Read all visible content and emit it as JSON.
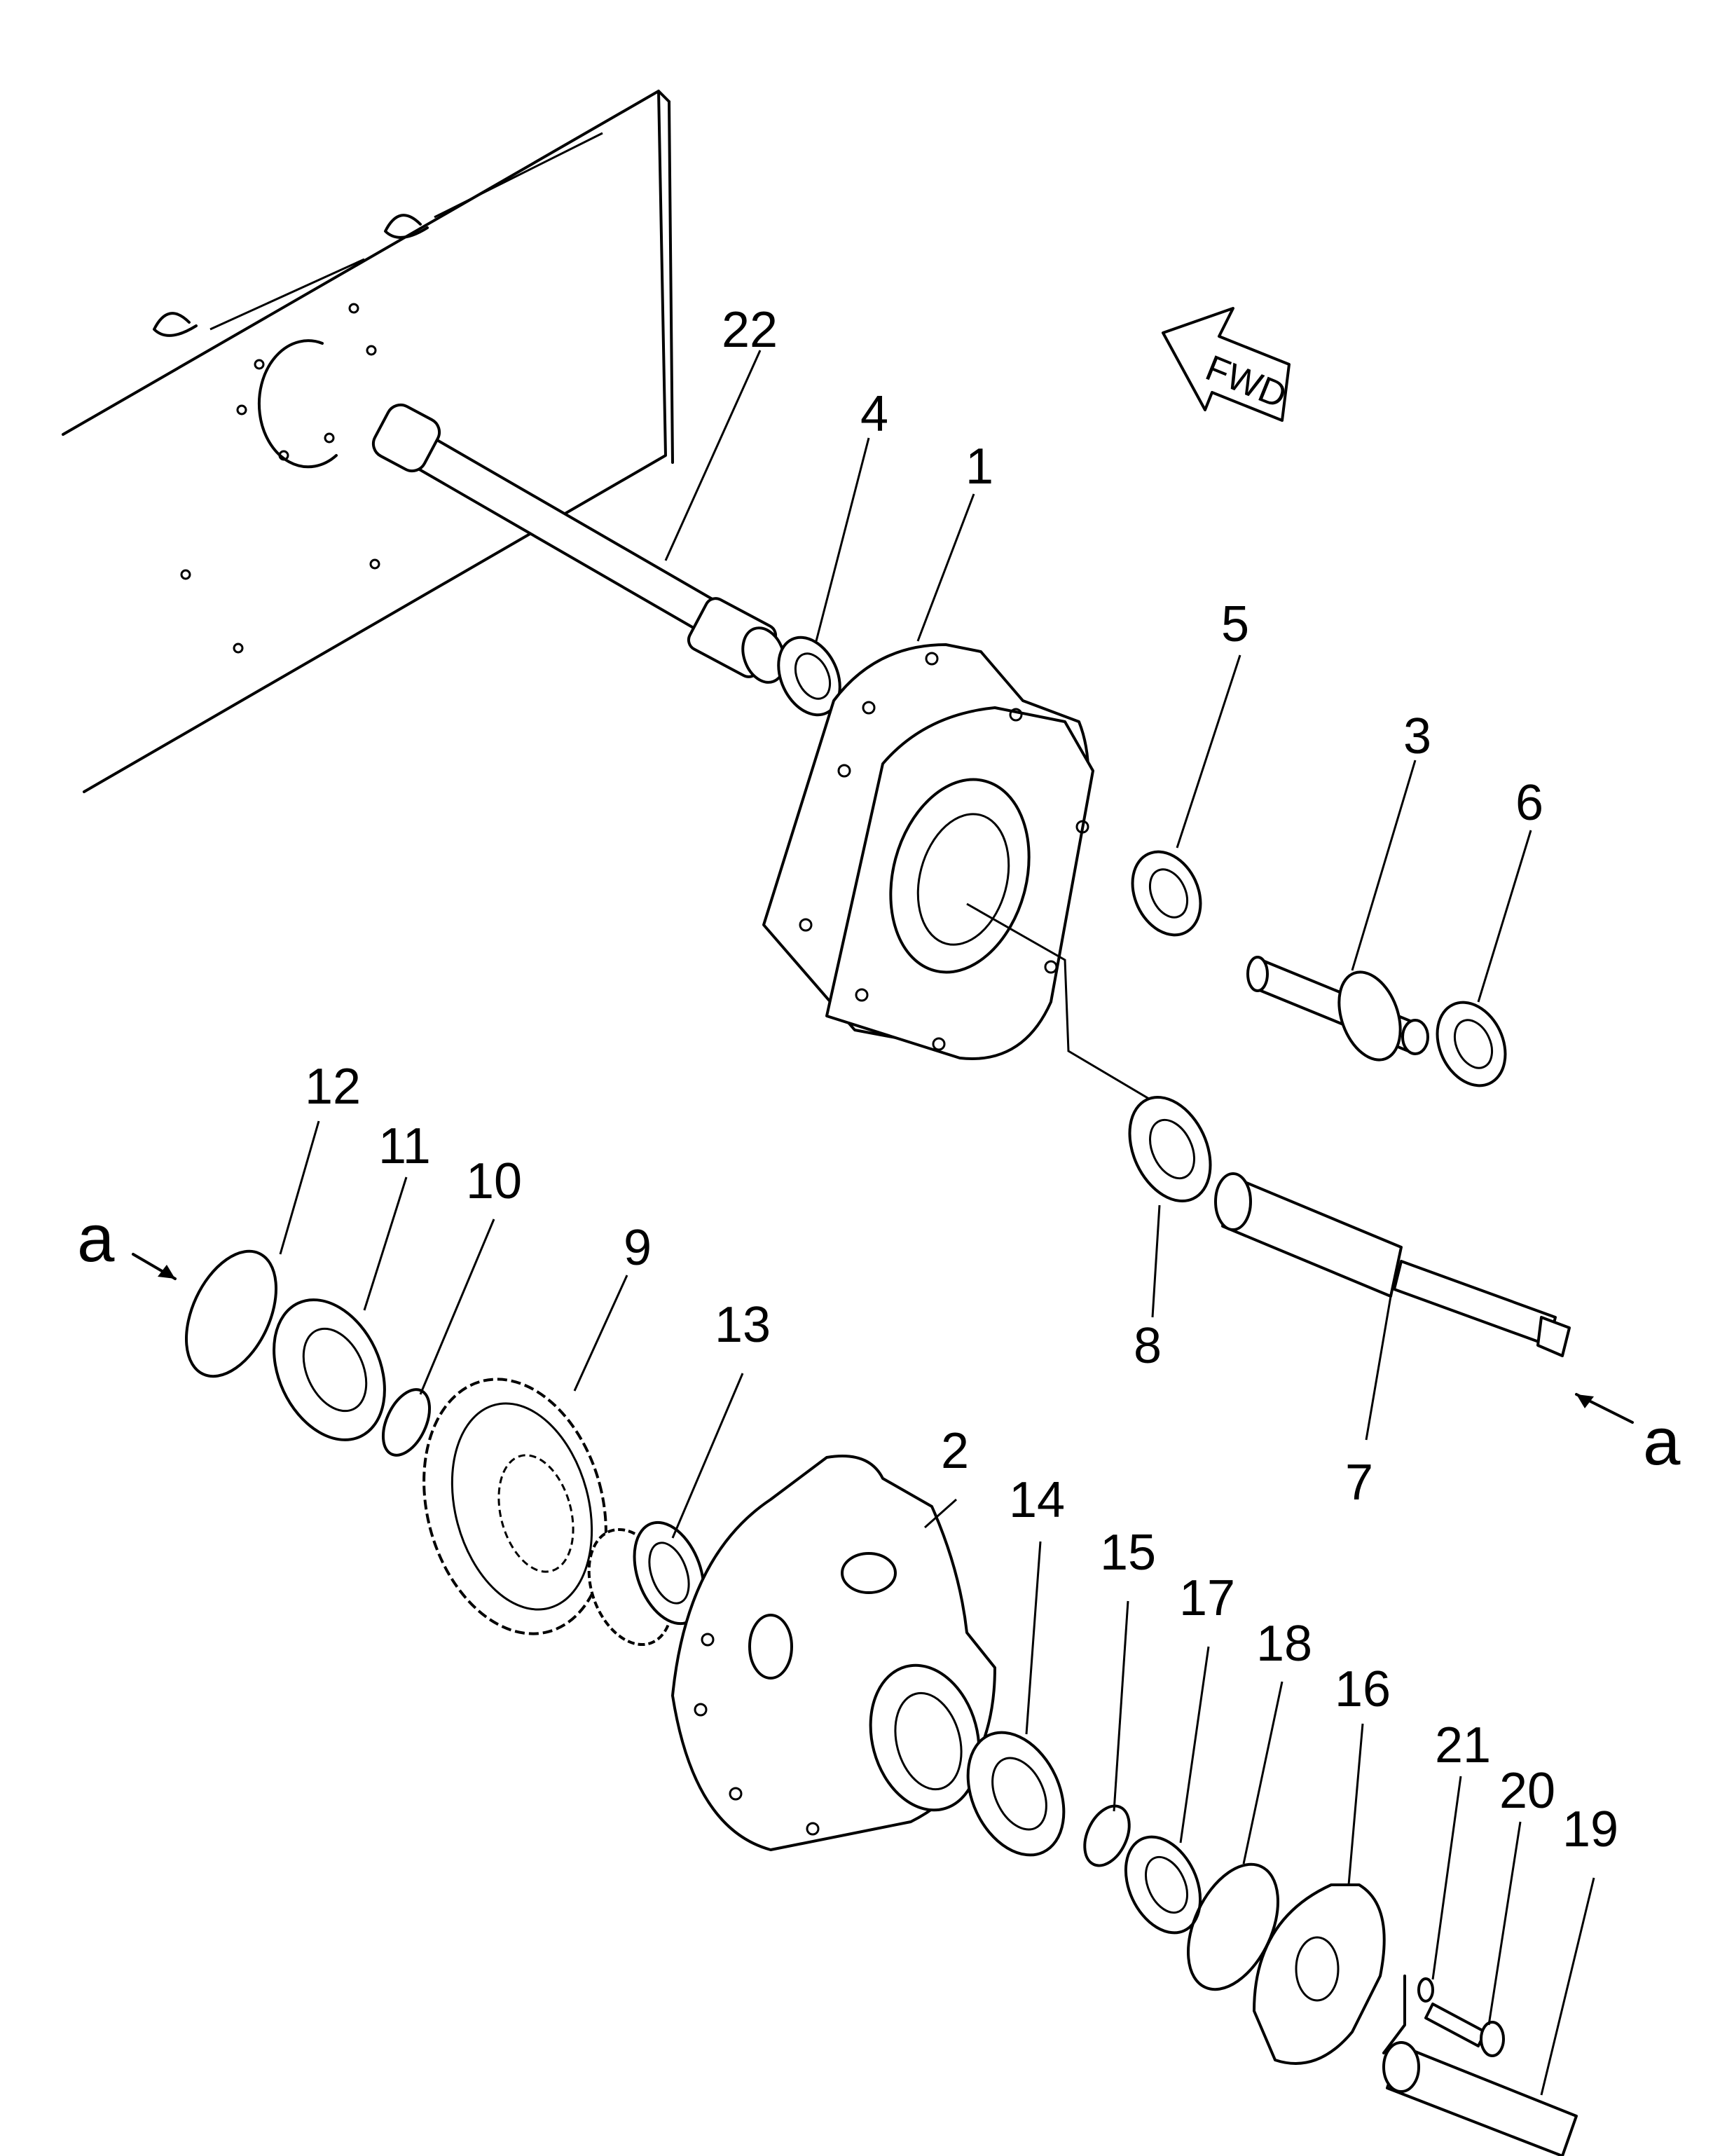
{
  "fwd_label": "FWD",
  "section_marker": "a",
  "callouts": [
    "1",
    "2",
    "3",
    "4",
    "5",
    "6",
    "7",
    "8",
    "9",
    "10",
    "11",
    "12",
    "13",
    "14",
    "15",
    "16",
    "17",
    "18",
    "19",
    "20",
    "21",
    "22"
  ]
}
